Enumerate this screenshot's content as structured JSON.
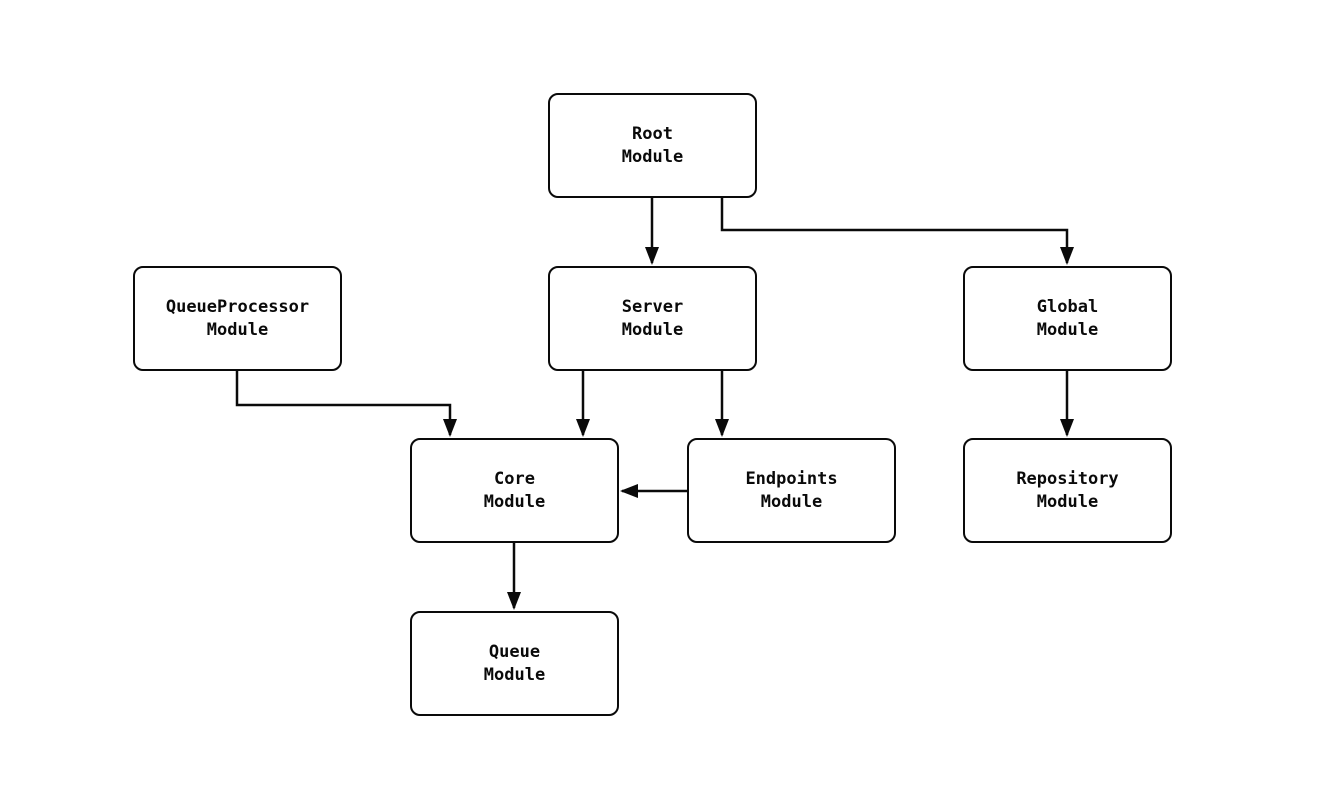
{
  "diagram": {
    "nodes": [
      {
        "id": "root-module",
        "label": "Root\nModule"
      },
      {
        "id": "queueprocessor-module",
        "label": "QueueProcessor\nModule"
      },
      {
        "id": "server-module",
        "label": "Server\nModule"
      },
      {
        "id": "global-module",
        "label": "Global\nModule"
      },
      {
        "id": "core-module",
        "label": "Core\nModule"
      },
      {
        "id": "endpoints-module",
        "label": "Endpoints\nModule"
      },
      {
        "id": "repository-module",
        "label": "Repository\nModule"
      },
      {
        "id": "queue-module",
        "label": "Queue\nModule"
      }
    ],
    "edges": [
      {
        "from": "Root Module",
        "to": "Server Module"
      },
      {
        "from": "Root Module",
        "to": "Global Module"
      },
      {
        "from": "QueueProcessor Module",
        "to": "Core Module"
      },
      {
        "from": "Server Module",
        "to": "Core Module"
      },
      {
        "from": "Server Module",
        "to": "Endpoints Module"
      },
      {
        "from": "Endpoints Module",
        "to": "Core Module"
      },
      {
        "from": "Core Module",
        "to": "Queue Module"
      },
      {
        "from": "Global Module",
        "to": "Repository Module"
      }
    ],
    "colors": {
      "background": "#ffffff",
      "node_fill": "#ffffff",
      "node_border": "#0a0a0a",
      "edge": "#0a0a0a",
      "text": "#0a0a0a"
    }
  }
}
